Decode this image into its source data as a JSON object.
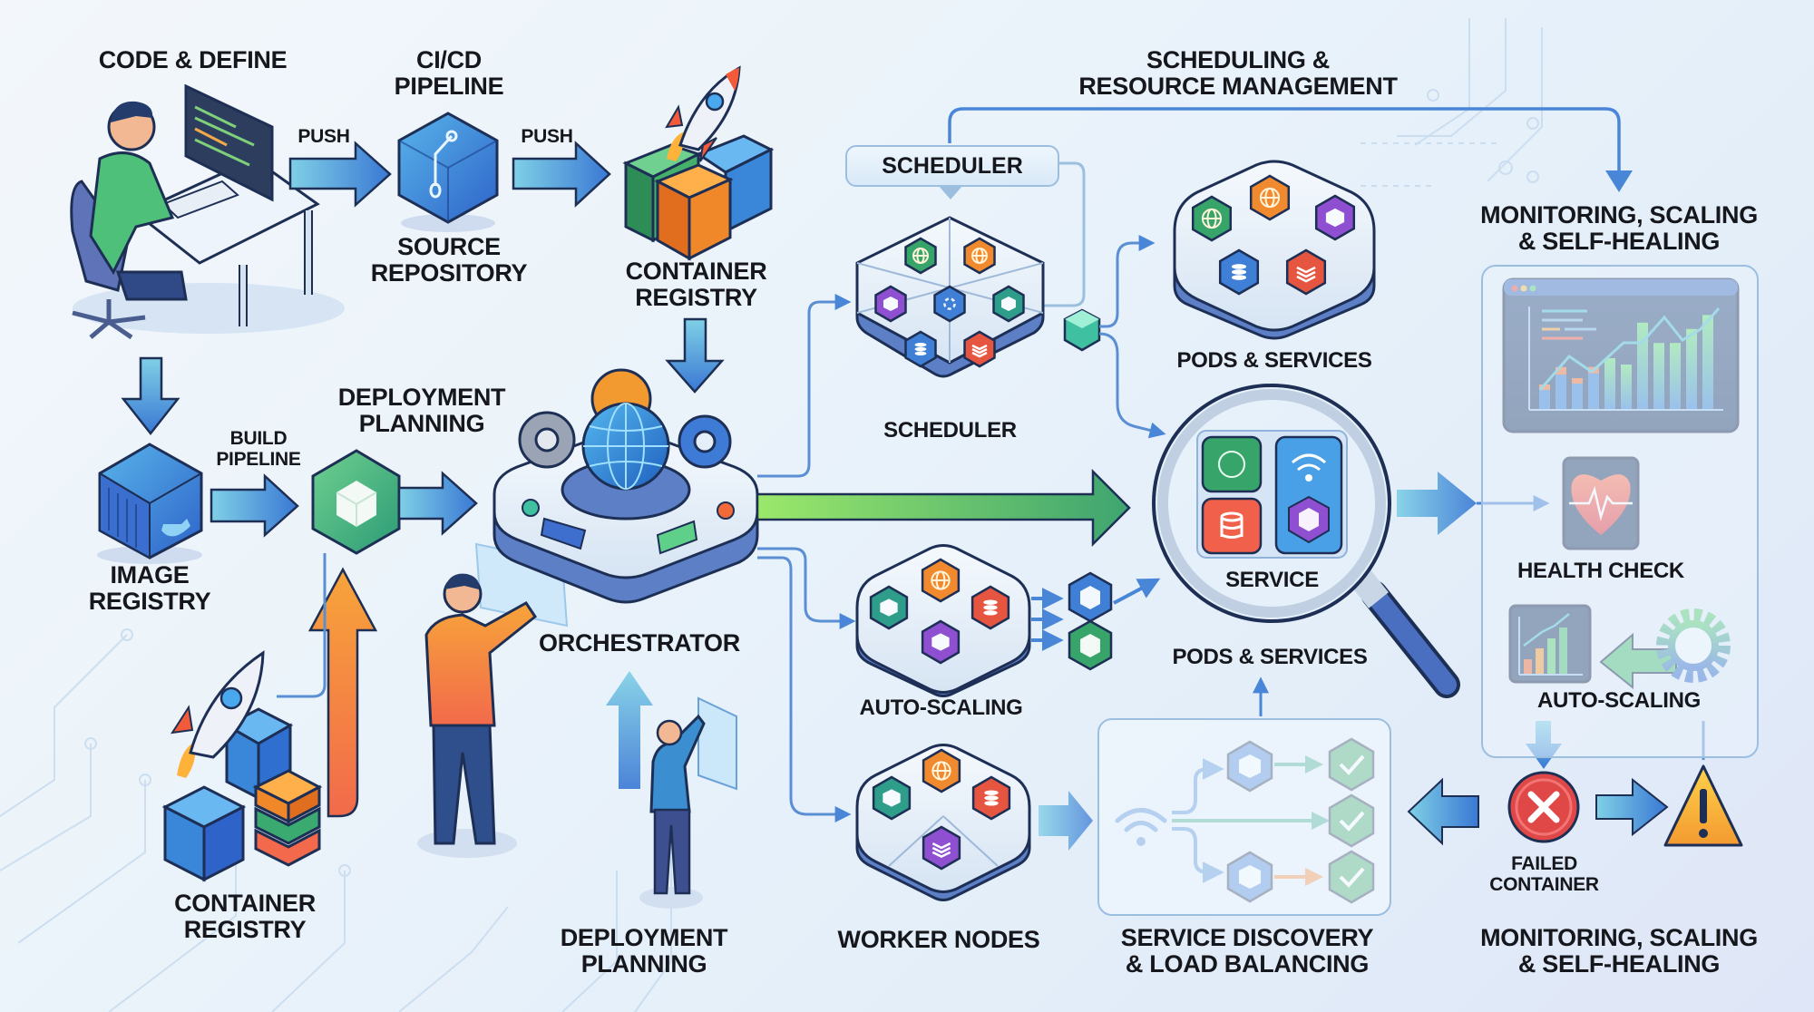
{
  "diagram": {
    "topic": "Container orchestration workflow",
    "stages": {
      "code_define": {
        "label": "CODE & DEFINE",
        "icon": "developer-at-desk-icon"
      },
      "push_1": {
        "label": "PUSH"
      },
      "cicd": {
        "label": "CI/CD\nPIPELINE",
        "icon": "git-cube-icon"
      },
      "source_repo": {
        "label": "SOURCE\nREPOSITORY"
      },
      "push_2": {
        "label": "PUSH"
      },
      "container_registry_top": {
        "label": "CONTAINER\nREGISTRY",
        "icon": "rocket-containers-icon"
      },
      "image_registry": {
        "label": "IMAGE\nREGISTRY",
        "icon": "docker-container-icon"
      },
      "build_pipeline": {
        "label": "BUILD\nPIPELINE"
      },
      "deployment_planning_top": {
        "label": "DEPLOYMENT\nPLANNING",
        "icon": "green-cube-icon"
      },
      "orchestrator": {
        "label": "ORCHESTRATOR",
        "icon": "orchestrator-globe-gears-icon"
      },
      "container_registry_bottom": {
        "label": "CONTAINER\nREGISTRY",
        "icon": "rocket-containers-icon"
      },
      "deployment_planning_bottom": {
        "label": "DEPLOYMENT\nPLANNING",
        "icon": "person-at-screen-icon"
      },
      "scheduling_header": {
        "label": "SCHEDULING &\nRESOURCE MANAGEMENT"
      },
      "scheduler_callout": {
        "label": "SCHEDULER"
      },
      "scheduler": {
        "label": "SCHEDULER",
        "icon": "hex-node-icon"
      },
      "pods_services_top": {
        "label": "PODS & SERVICES",
        "icon": "hex-node-icon"
      },
      "service": {
        "label": "SERVICE",
        "icon": "magnifier-icon"
      },
      "pods_services_mid": {
        "label": "PODS & SERVICES"
      },
      "auto_scaling_mid": {
        "label": "AUTO-SCALING",
        "icon": "hex-node-icon"
      },
      "worker_nodes": {
        "label": "WORKER NODES",
        "icon": "hex-node-icon"
      },
      "service_discovery": {
        "label": "SERVICE DISCOVERY\n& LOAD BALANCING",
        "icon": "wifi-router-icon"
      },
      "monitoring_header": {
        "label": "MONITORING, SCALING\n& SELF-HEALING"
      },
      "health_check": {
        "label": "HEALTH CHECK",
        "icon": "heartbeat-icon"
      },
      "auto_scaling_right": {
        "label": "AUTO-SCALING",
        "icon": "chart-gear-icon"
      },
      "failed_container": {
        "label": "FAILED\nCONTAINER",
        "icon": "error-x-icon"
      },
      "monitoring_footer": {
        "label": "MONITORING, SCALING\n& SELF-HEALING"
      }
    },
    "colors": {
      "arrow_blue": "#4a86d8",
      "arrow_green": "#4caf6e",
      "arrow_orange": "#f0883a",
      "line_blue": "#5b8fd4",
      "hex_green": "#37a46a",
      "hex_orange": "#f18a2e",
      "hex_purple": "#8e4fd0",
      "hex_blue": "#3f7fd6",
      "hex_red": "#e6553f",
      "hex_teal": "#2e9e8a",
      "ok_green": "#3aa366",
      "error_red": "#e04848",
      "warning_yellow": "#f5b93a",
      "outline": "#1e2f55"
    }
  }
}
